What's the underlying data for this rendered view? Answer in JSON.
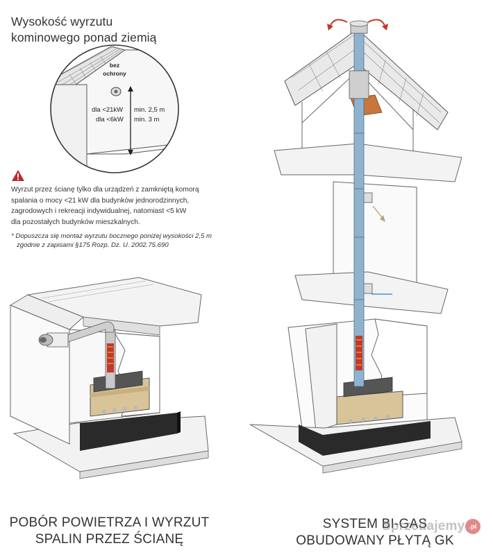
{
  "title": {
    "line1": "Wysokość wyrzutu",
    "line2": "kominowego ponad ziemią"
  },
  "inset": {
    "label_line1": "bez",
    "label_line2": "ochrony",
    "row1_left": "dla <21kW",
    "row1_right": "min. 2,5 m",
    "row2_left": "dla <6kW",
    "row2_right": "min. 3 m"
  },
  "warning": {
    "icon": "warning-triangle-icon",
    "line1": "Wyrzut przez ścianę tylko dla urządzeń z zamkniętą komorą",
    "line2": "spalania o mocy <21 kW dla budynków jednorodzinnych,",
    "line3": "zagrodowych i rekreacji indywidualnej, natomiast <5 kW",
    "line4": "dla pozostałych budynków mieszkalnych."
  },
  "footnote": {
    "line1": "* Dopuszcza się montaż wyrzutu bocznego poniżej wysokości 2,5 m",
    "line2": "zgodnie z zapisami §175 Rozp. Dz. U. 2002.75.690"
  },
  "captions": {
    "left_line1": "POBÓR POWIETRZA I WYRZUT",
    "left_line2": "SPALIN PRZEZ ŚCIANĘ",
    "right_line1": "SYSTEM BI-GAS",
    "right_line2": "OBUDOWANY PŁYTĄ GK"
  },
  "watermark": {
    "text": "Sprzedajemy",
    "badge": ".pl"
  },
  "colors": {
    "pipe_blue": "#8fb3cf",
    "fire_red": "#c0392b",
    "warning_red": "#c0282d",
    "dark_base": "#2a2a2a"
  }
}
